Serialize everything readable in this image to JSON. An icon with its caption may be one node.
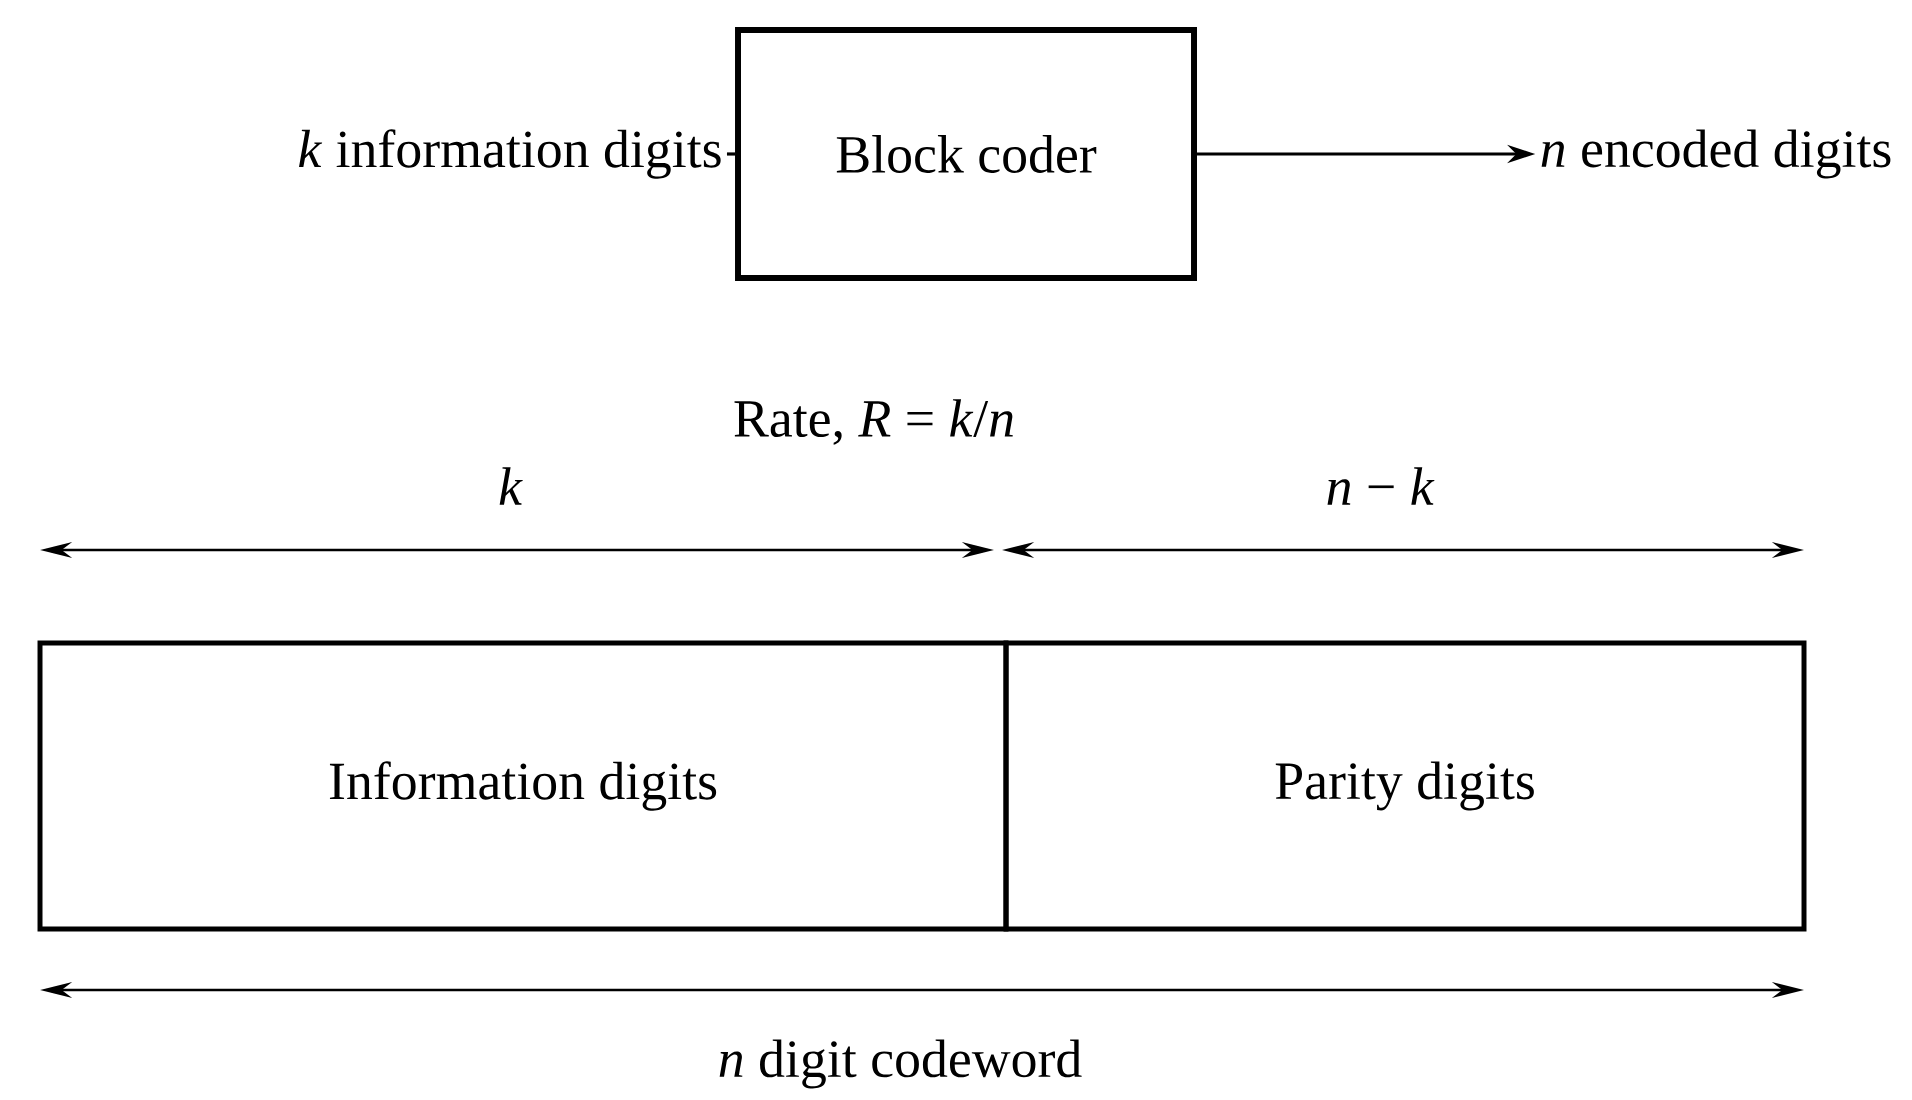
{
  "diagram": {
    "nodes": [
      {
        "text": [
          "*k* information digits"
        ]
      },
      {
        "text": [
          "Block coder"
        ]
      },
      {
        "text": [
          "*n* encoded digits"
        ]
      },
      {
        "text": [
          "Information digits"
        ]
      },
      {
        "text": [
          "Parity digits"
        ]
      }
    ],
    "edges": [
      {
        "from": 0,
        "to": 1,
        "arrow": "none"
      },
      {
        "from": 1,
        "to": 2,
        "arrow": "to"
      }
    ],
    "labels": [
      "Rate, *R* = *k*/*n*",
      "k",
      "*n* − *k*",
      "*n* digit codeword"
    ]
  }
}
